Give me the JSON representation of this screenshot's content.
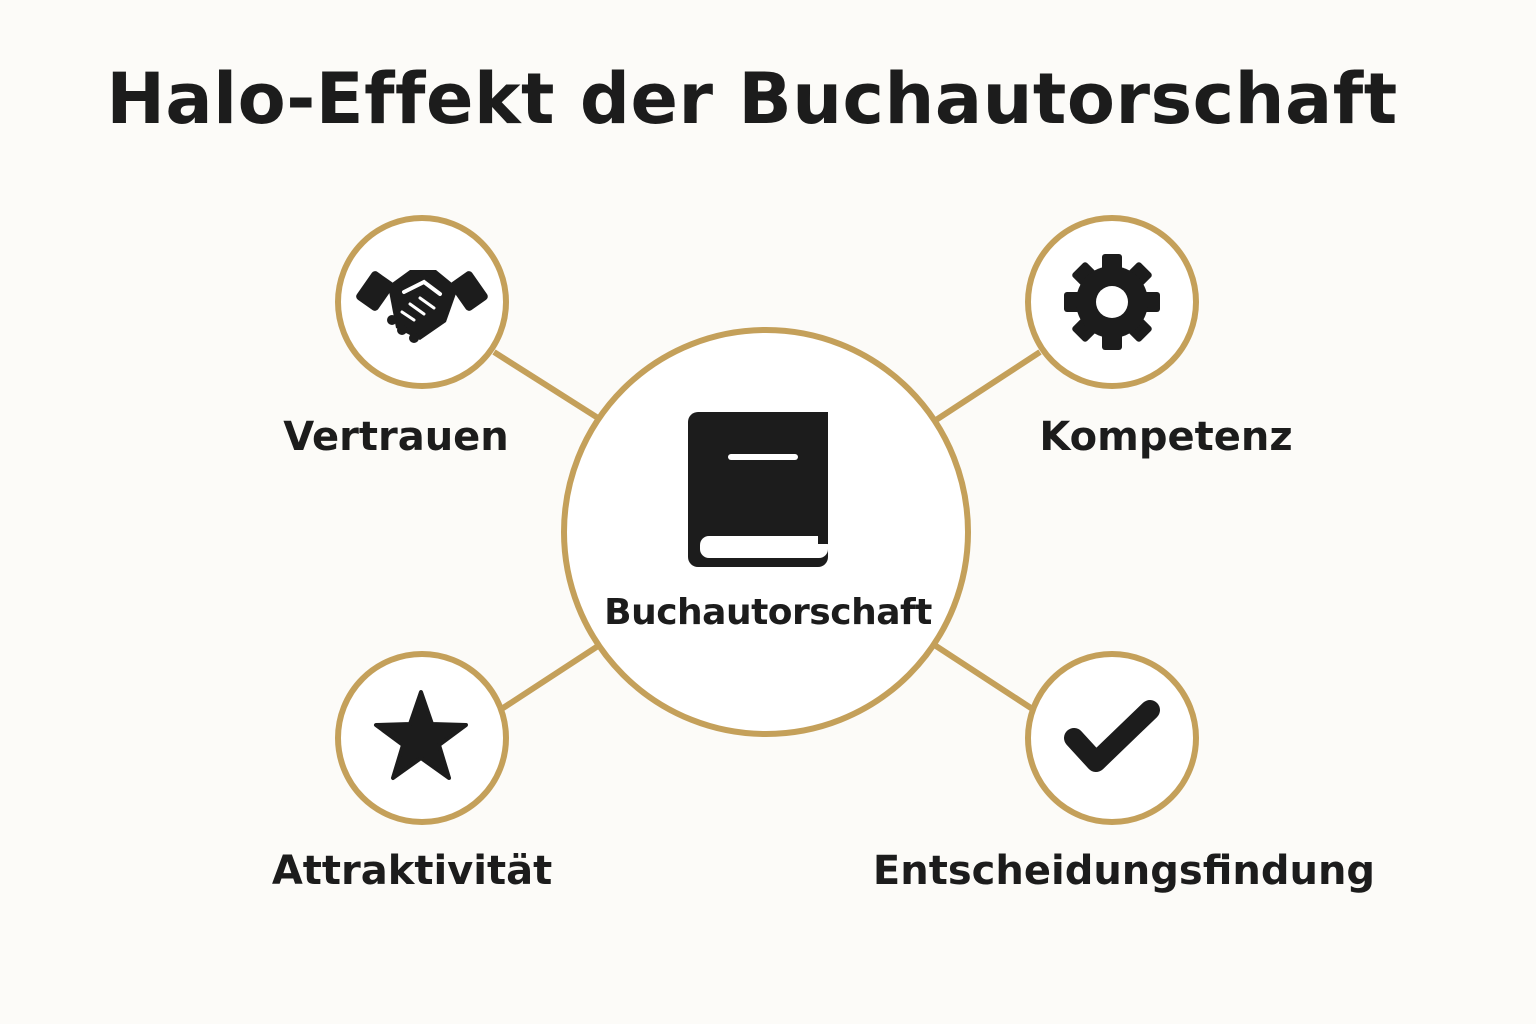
{
  "title": "Halo-Effekt der Buchautorschaft",
  "center": {
    "label": "Buchautorschaft",
    "icon": "book-icon"
  },
  "nodes": [
    {
      "id": "vertrauen",
      "label": "Vertrauen",
      "icon": "handshake-icon"
    },
    {
      "id": "kompetenz",
      "label": "Kompetenz",
      "icon": "gear-icon"
    },
    {
      "id": "attraktivitaet",
      "label": "Attraktivität",
      "icon": "star-icon"
    },
    {
      "id": "entscheidungsfindung",
      "label": "Entscheidungsfindung",
      "icon": "checkmark-icon"
    }
  ],
  "colors": {
    "ring": "#c4a05a",
    "icon": "#1c1c1c",
    "background": "#fcfbf8"
  }
}
